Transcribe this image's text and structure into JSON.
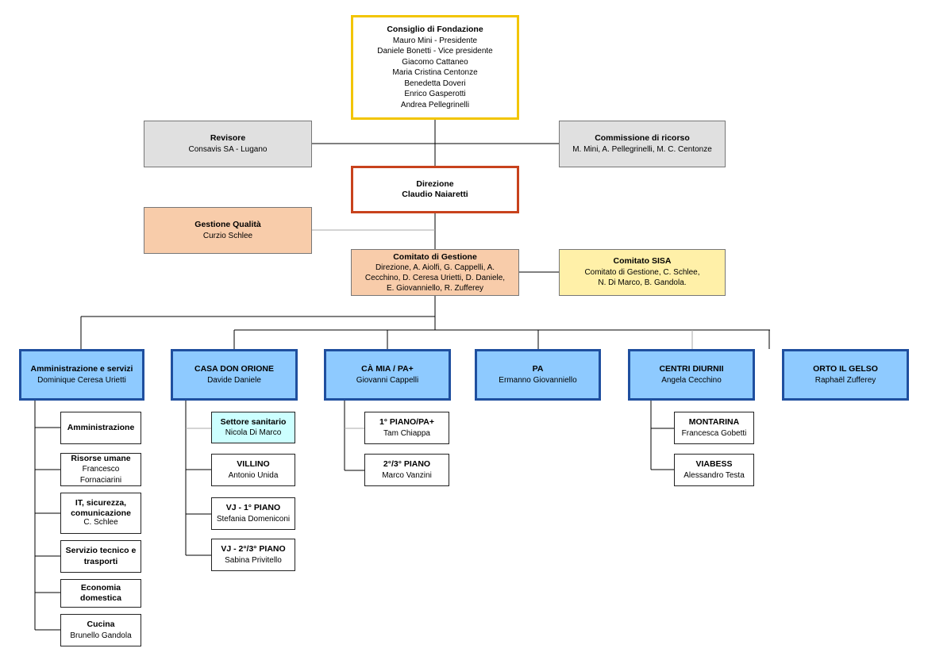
{
  "council": {
    "title": "Consiglio di Fondazione",
    "members": "Mauro Mini - Presidente\nDaniele Bonetti - Vice presidente\nGiacomo Cattaneo\nMaria Cristina Centonze\nBenedetta Doveri\nEnrico Gasperotti\nAndrea Pellegrinelli"
  },
  "revisore": {
    "title": "Revisore",
    "text": "Consavis SA - Lugano"
  },
  "ricorso": {
    "title": "Commissione di ricorso",
    "text": "M. Mini, A. Pellegrinelli, M. C. Centonze"
  },
  "direzione": {
    "title": "Direzione",
    "text": "Claudio Naiaretti"
  },
  "qualita": {
    "title": "Gestione Qualità",
    "text": "Curzio Schlee"
  },
  "gestione": {
    "title": "Comitato di Gestione",
    "text": "Direzione, A. Aiolfi, G. Cappelli, A.\nCecchino, D. Ceresa Urietti, D. Daniele,\nE. Giovanniello, R. Zufferey"
  },
  "sisa": {
    "title": "Comitato SISA",
    "text": "Comitato di Gestione, C. Schlee,\nN. Di Marco, B. Gandola."
  },
  "departments": [
    {
      "title": "Amministrazione e servizi",
      "head": "Dominique Ceresa Urietti"
    },
    {
      "title": "CASA DON ORIONE",
      "head": "Davide Daniele"
    },
    {
      "title": "CÀ MIA / PA+",
      "head": "Giovanni Cappelli"
    },
    {
      "title": "PA",
      "head": "Ermanno Giovanniello"
    },
    {
      "title": "CENTRI DIURNII",
      "head": "Angela Cecchino"
    },
    {
      "title": "ORTO IL GELSO",
      "head": "Raphaël Zufferey"
    }
  ],
  "admin_units": [
    {
      "title": "Amministrazione",
      "head": ""
    },
    {
      "title": "Risorse umane",
      "head": "Francesco\nFornaciarini"
    },
    {
      "title": "IT, sicurezza,\ncomunicazione",
      "head": "C. Schlee"
    },
    {
      "title": "Servizio tecnico e\ntrasporti",
      "head": ""
    },
    {
      "title": "Economia\ndomestica",
      "head": ""
    },
    {
      "title": "Cucina",
      "head": "Brunello Gandola"
    }
  ],
  "orione_units": [
    {
      "title": "Settore sanitario",
      "head": "Nicola Di Marco"
    },
    {
      "title": "VILLINO",
      "head": "Antonio Unida"
    },
    {
      "title": "VJ - 1° PIANO",
      "head": "Stefania Domeniconi"
    },
    {
      "title": "VJ - 2°/3° PIANO",
      "head": "Sabina Privitello"
    }
  ],
  "camia_units": [
    {
      "title": "1° PIANO/PA+",
      "head": "Tam Chiappa"
    },
    {
      "title": "2°/3° PIANO",
      "head": "Marco Vanzini"
    }
  ],
  "centri_units": [
    {
      "title": "MONTARINA",
      "head": "Francesca Gobetti"
    },
    {
      "title": "VIABESS",
      "head": "Alessandro Testa"
    }
  ],
  "colors": {
    "council_border": "#f2c500",
    "direction_border": "#c8421d",
    "department_fill": "#8ecaff",
    "department_border": "#1f4f9f",
    "peach_fill": "#f8ccaa",
    "sisa_fill": "#fff0a8",
    "health_fill": "#ccffff",
    "gray_fill": "#e0e0e0"
  }
}
